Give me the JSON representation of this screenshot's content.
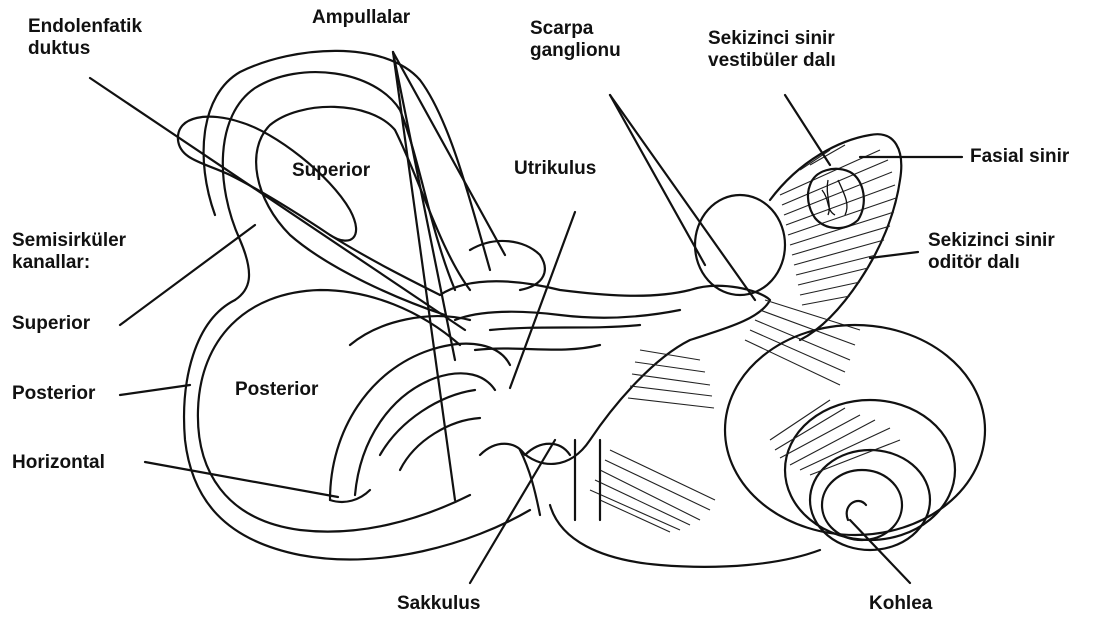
{
  "labels": {
    "endolenfatik": "Endolenfatik\nduktus",
    "ampullalar": "Ampullalar",
    "scarpa": "Scarpa\nganglionu",
    "vestibuler": "Sekizinci sinir\nvestibüler dalı",
    "fasial": "Fasial sinir",
    "semisirkuler": "Semisirküler\nkanallar:",
    "superior_left": "Superior",
    "posterior_left": "Posterior",
    "horizontal": "Horizontal",
    "superior_inner": "Superior",
    "posterior_inner": "Posterior",
    "utrikulus": "Utrikulus",
    "oditor": "Sekizinci sinir\noditör dalı",
    "sakkulus": "Sakkulus",
    "kohlea": "Kohlea"
  },
  "colors": {
    "ink": "#111111",
    "background": "#ffffff"
  }
}
